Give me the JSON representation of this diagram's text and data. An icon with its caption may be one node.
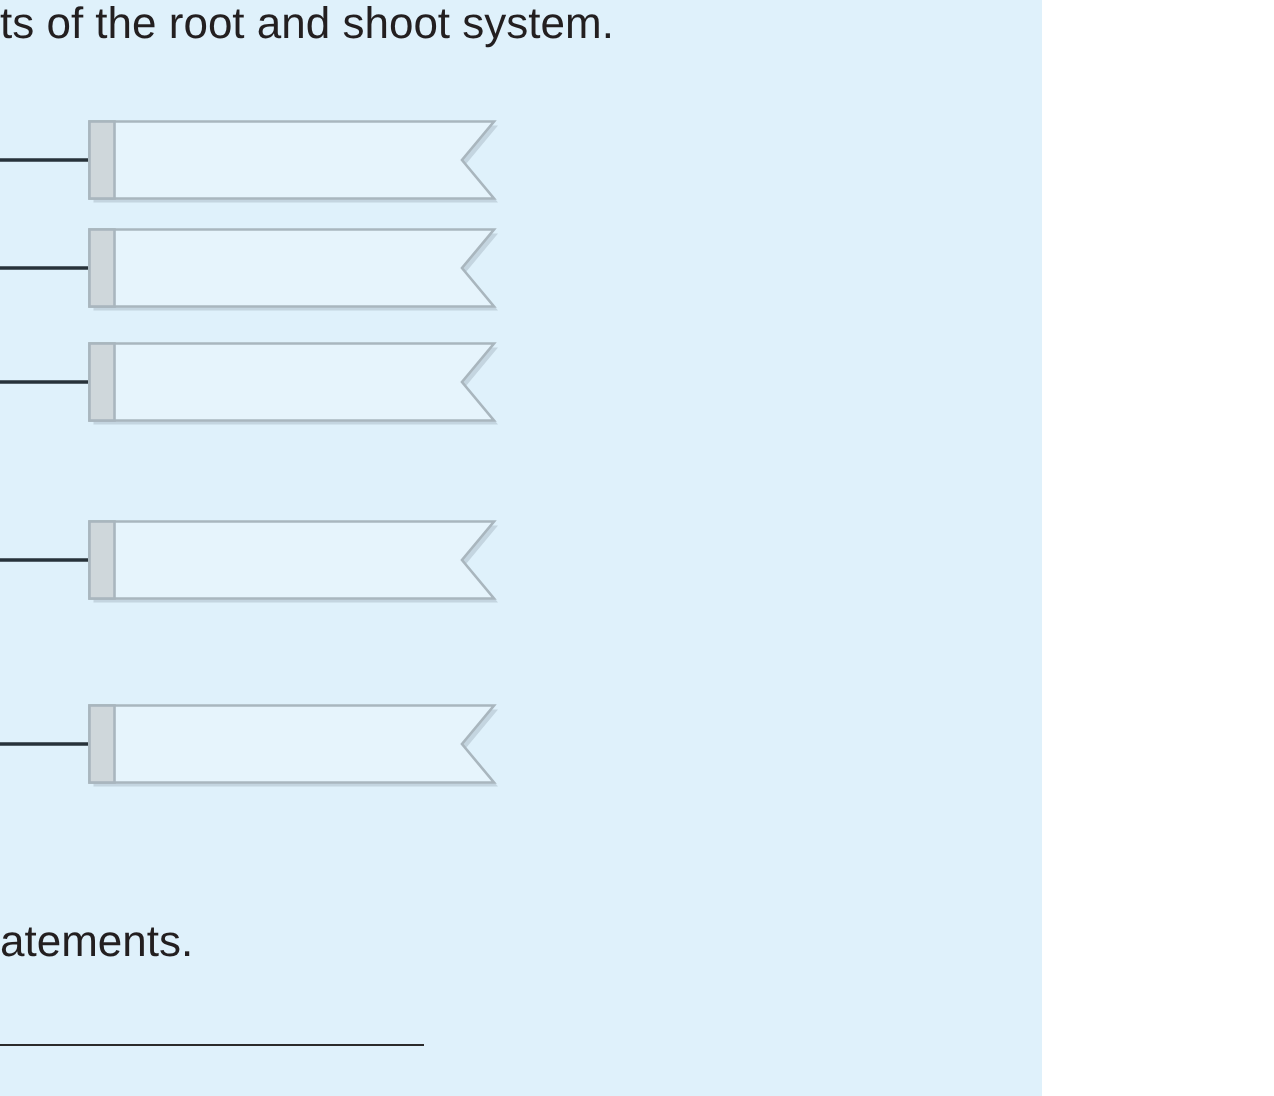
{
  "diagram": {
    "nodes": [
      {
        "text": [],
        "shape": "banner"
      },
      {
        "text": [],
        "shape": "banner"
      },
      {
        "text": [],
        "shape": "banner"
      },
      {
        "text": [],
        "shape": "banner"
      },
      {
        "text": [],
        "shape": "banner"
      }
    ],
    "edges": [
      {
        "from": 0,
        "to": null,
        "arrow": "none"
      },
      {
        "from": 1,
        "to": null,
        "arrow": "none"
      },
      {
        "from": 2,
        "to": null,
        "arrow": "none"
      },
      {
        "from": 3,
        "to": null,
        "arrow": "none"
      },
      {
        "from": 4,
        "to": null,
        "arrow": "none"
      }
    ],
    "labels": [
      "ts of the root and shoot system.",
      "atements."
    ]
  }
}
